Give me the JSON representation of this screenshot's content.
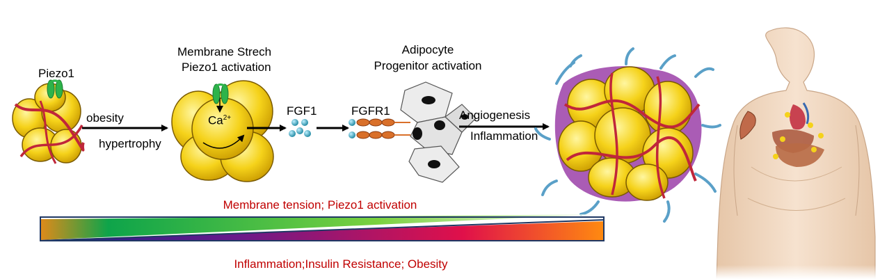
{
  "labels": {
    "piezo1": "Piezo1",
    "obesity": "obesity",
    "hypertrophy": "hypertrophy",
    "membrane_strech": "Membrane Strech",
    "piezo1_activation": "Piezo1 activation",
    "ca_base": "Ca",
    "ca_sup": "2+",
    "fgf1": "FGF1",
    "fgfr1": "FGFR1",
    "adipocyte": "Adipocyte",
    "progenitor_activation": "Progenitor activation",
    "angiogenesis": "Angiogenesis",
    "inflammation": "Inflammation"
  },
  "gradient_bar": {
    "top_label": "Membrane tension; Piezo1 activation",
    "bottom_label": "Inflammation;Insulin Resistance; Obesity"
  },
  "colors": {
    "adipocyte_fill": "#f5d21a",
    "adipocyte_outline": "#8a6a00",
    "piezo_green": "#2db34a",
    "vessel_red": "#c0263a",
    "fgf_teal": "#2a9fb8",
    "receptor_orange": "#d9702a",
    "macrophage_purple": "#9b3fa8",
    "capillary_blue": "#5aa0c8",
    "label_red": "#c00000",
    "bar_outline": "#1f3864"
  }
}
